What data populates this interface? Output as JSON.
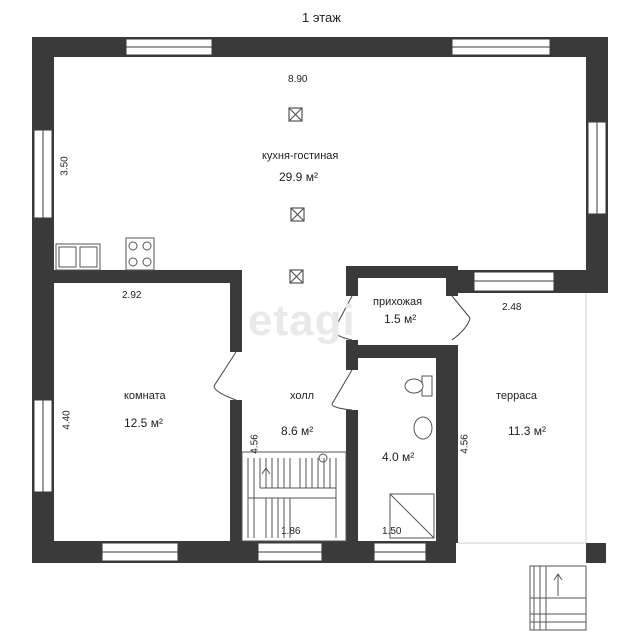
{
  "plan": {
    "title": "1 этаж",
    "watermark": "etagi",
    "rooms": {
      "kitchen": {
        "name": "кухня-гостиная",
        "area": "29.9 м²"
      },
      "hallway": {
        "name": "прихожая",
        "area": "1.5 м²"
      },
      "room": {
        "name": "комната",
        "area": "12.5 м²"
      },
      "hall": {
        "name": "холл",
        "area": "8.6 м²"
      },
      "bathroom": {
        "name": "",
        "area": "4.0 м²"
      },
      "terrace": {
        "name": "терраса",
        "area": "11.3 м²"
      }
    },
    "dimensions": {
      "kitchen_width": "8.90",
      "kitchen_depth": "3.50",
      "room_width": "2.92",
      "room_depth": "4.40",
      "hall_depth": "4.56",
      "hall_width": "1.86",
      "bath_width": "1.50",
      "terrace_width": "2.48",
      "terrace_depth": "4.56"
    },
    "colors": {
      "wall": "#3a3a3a",
      "window": "#ffffff",
      "fixture": "#555555"
    }
  }
}
